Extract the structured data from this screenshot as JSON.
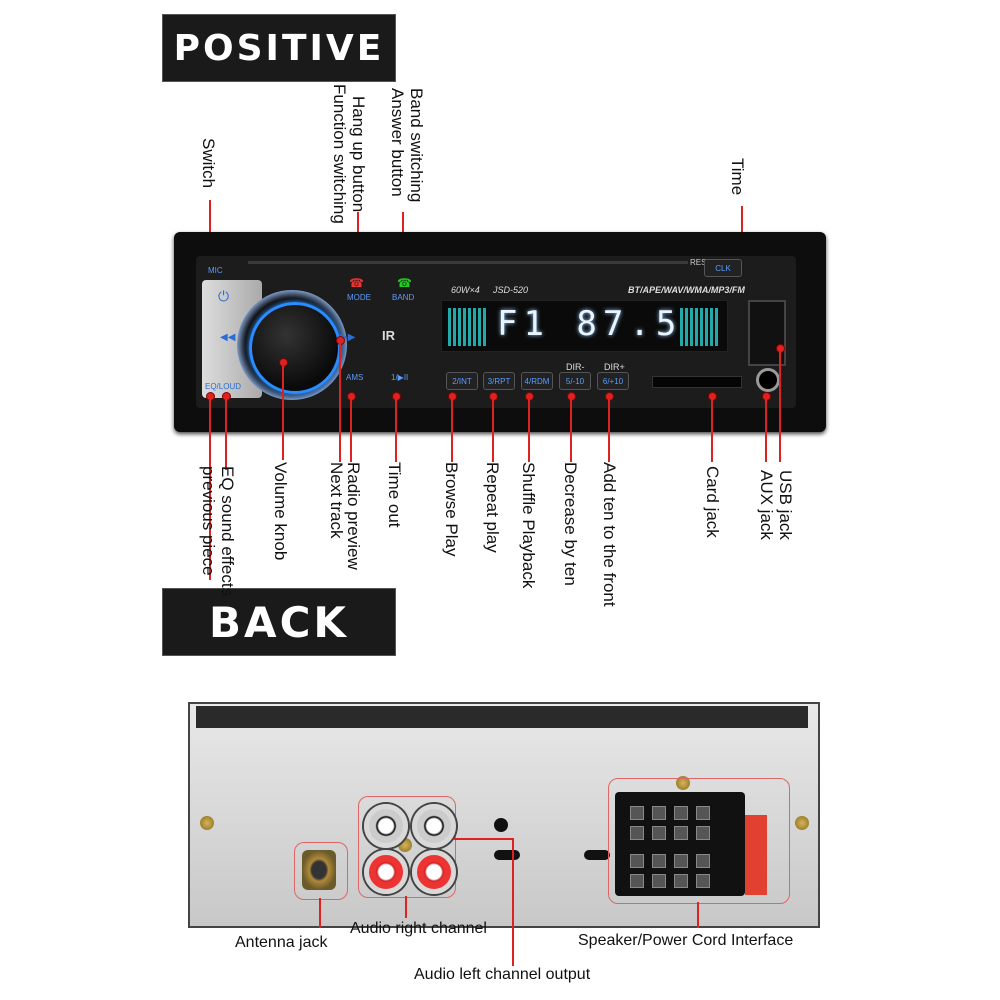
{
  "headers": {
    "front": "POSITIVE",
    "back": "BACK"
  },
  "front_labels": {
    "switch": "Switch",
    "hang_up": "Hang up button",
    "function_switching": "Function switching",
    "band_switching": "Band switching",
    "answer_button": "Answer button",
    "time": "Time",
    "eq_sound": "EQ sound effects",
    "previous_piece": "previous piece",
    "volume_knob": "Volume knob",
    "radio_preview": "Radio preview",
    "next_track": "Next track",
    "time_out": "Time out",
    "browse_play": "Browse Play",
    "repeat_play": "Repeat play",
    "shuffle_playback": "Shuffle Playback",
    "decrease_by_ten": "Decrease by ten",
    "add_ten": "Add ten to the front",
    "card_jack": "Card jack",
    "usb_jack": "USB jack",
    "aux_jack": "AUX jack"
  },
  "panel": {
    "mic": "MIC",
    "res": "RES",
    "clk": "CLK",
    "mode": "MODE",
    "band": "BAND",
    "power": "60W×4",
    "model": "JSD-520",
    "formats": "BT/APE/WAV/WMA/MP3/FM",
    "display": "F1  87.5",
    "eq_loud": "EQ/LOUD",
    "ams": "AMS",
    "play_pause": "1/▶II",
    "int": "2/INT",
    "rpt": "3/RPT",
    "rdm": "4/RDM",
    "minus10": "5/-10",
    "plus10": "6/+10",
    "dir_minus": "DIR-",
    "dir_plus": "DIR+",
    "ir": "IR"
  },
  "back_labels": {
    "antenna": "Antenna jack",
    "audio_right": "Audio right channel",
    "audio_left": "Audio left channel output",
    "speaker_power": "Speaker/Power Cord Interface"
  },
  "colors": {
    "accent": "#2a8cff",
    "marker": "#dd2222"
  }
}
